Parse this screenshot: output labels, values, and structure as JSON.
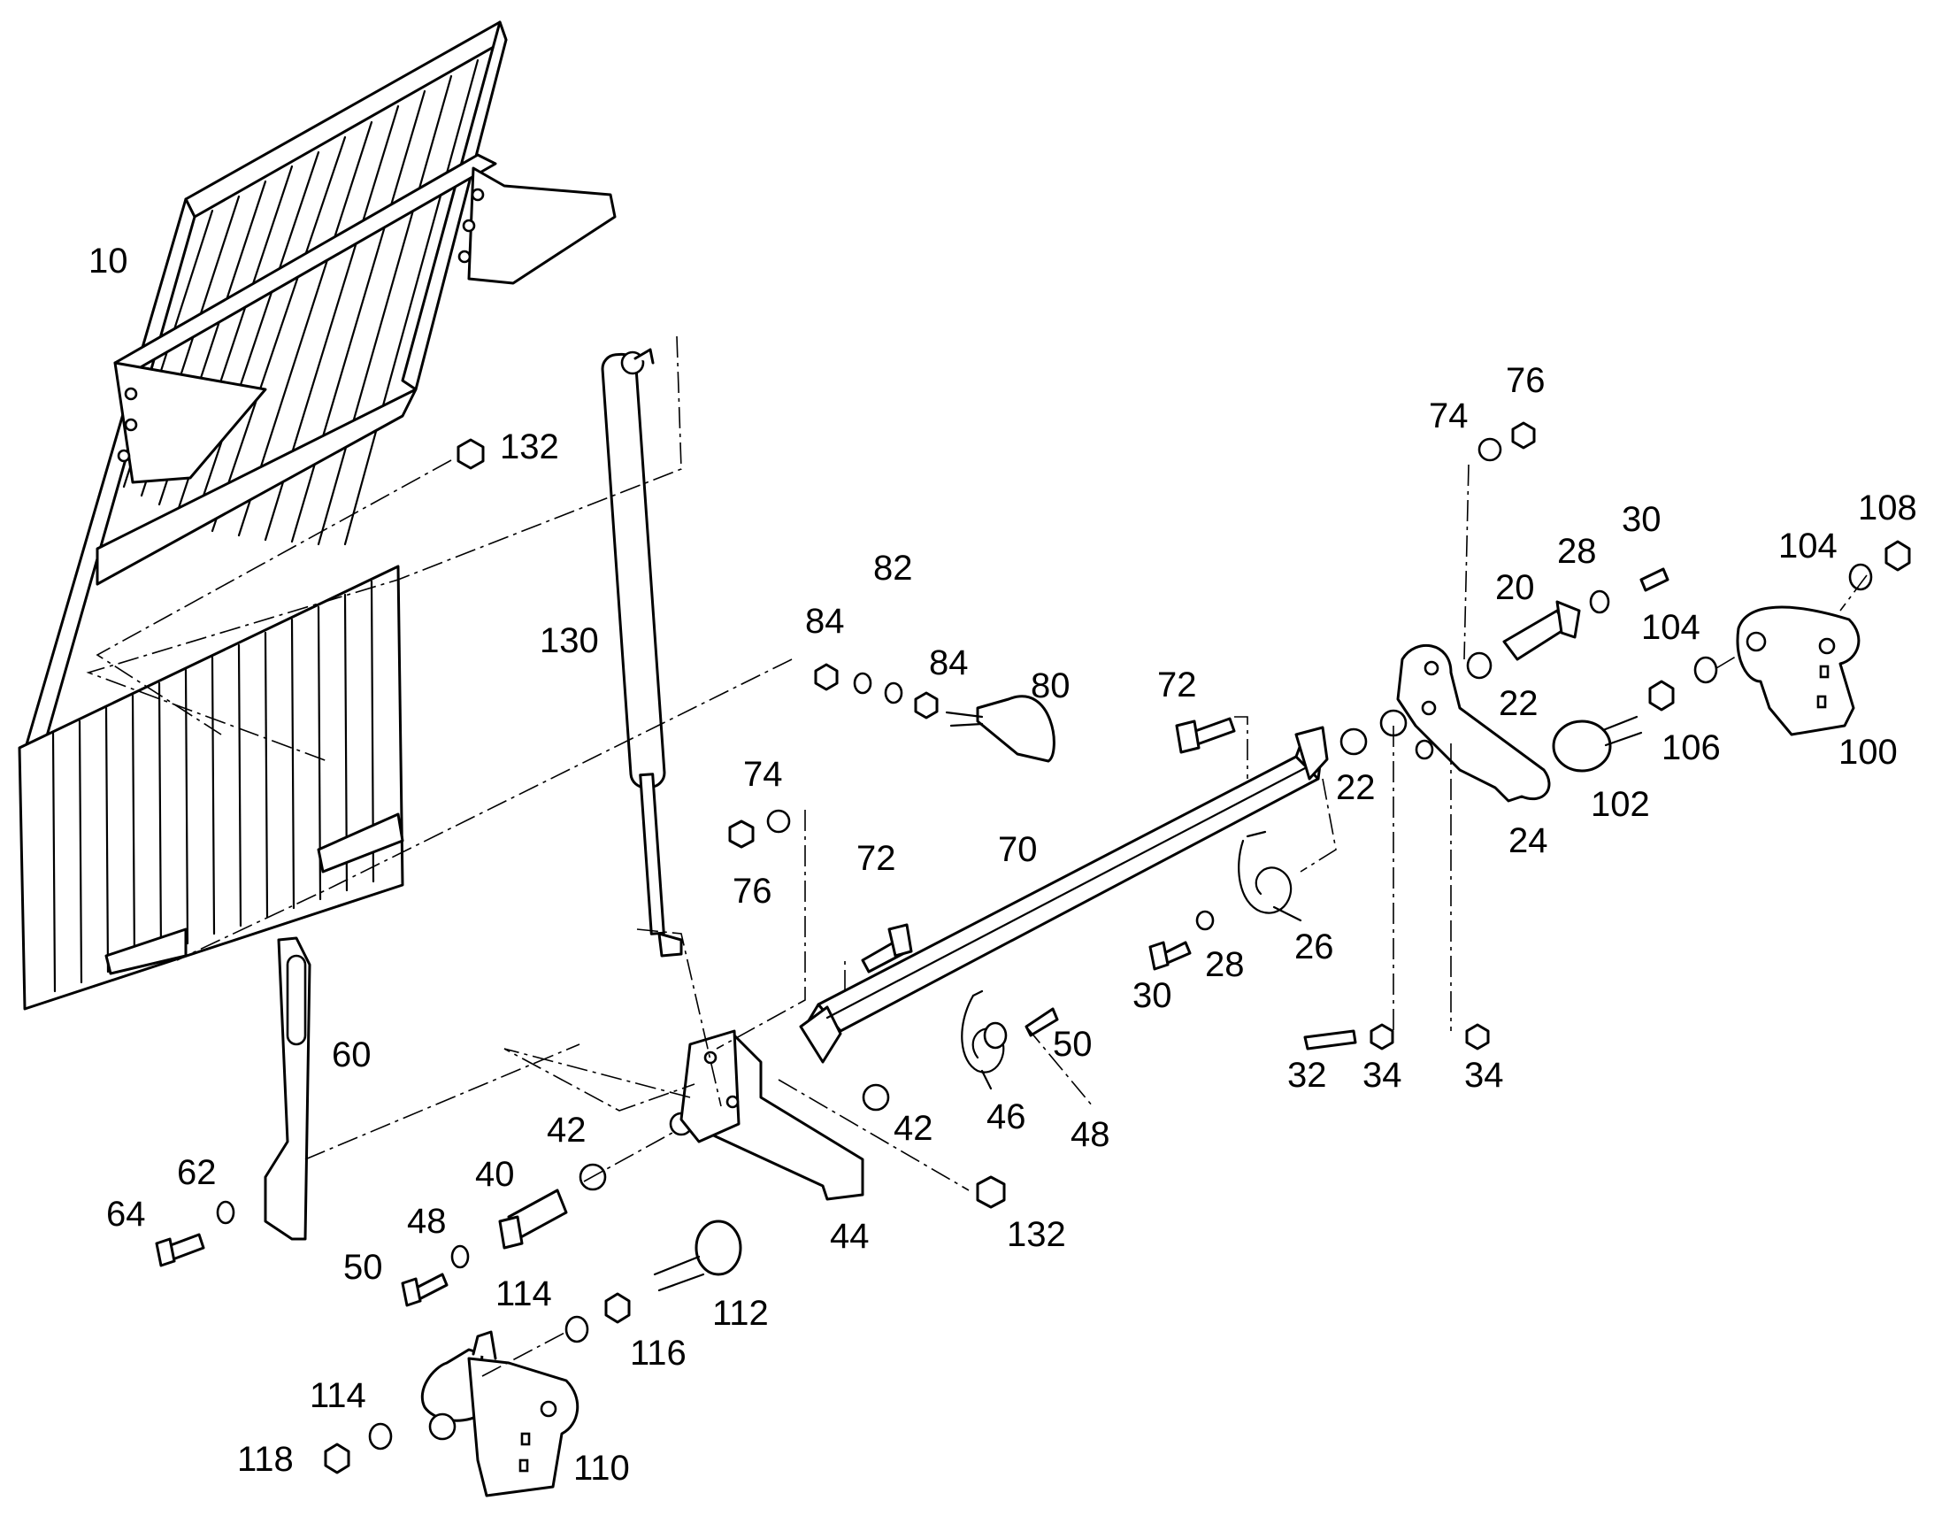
{
  "labels": {
    "p10": "10",
    "p20": "20",
    "p22a": "22",
    "p22b": "22",
    "p24": "24",
    "p26": "26",
    "p28a": "28",
    "p28b": "28",
    "p30a": "30",
    "p30b": "30",
    "p32": "32",
    "p34a": "34",
    "p34b": "34",
    "p40": "40",
    "p42a": "42",
    "p42b": "42",
    "p44": "44",
    "p46": "46",
    "p48a": "48",
    "p48b": "48",
    "p50a": "50",
    "p50b": "50",
    "p60": "60",
    "p62": "62",
    "p64": "64",
    "p70": "70",
    "p72a": "72",
    "p72b": "72",
    "p74a": "74",
    "p74b": "74",
    "p76a": "76",
    "p76b": "76",
    "p80": "80",
    "p82": "82",
    "p84a": "84",
    "p84b": "84",
    "p100": "100",
    "p102": "102",
    "p104a": "104",
    "p104b": "104",
    "p106": "106",
    "p108": "108",
    "p110": "110",
    "p112": "112",
    "p114a": "114",
    "p114b": "114",
    "p116": "116",
    "p118": "118",
    "p130": "130",
    "p132a": "132",
    "p132b": "132"
  }
}
